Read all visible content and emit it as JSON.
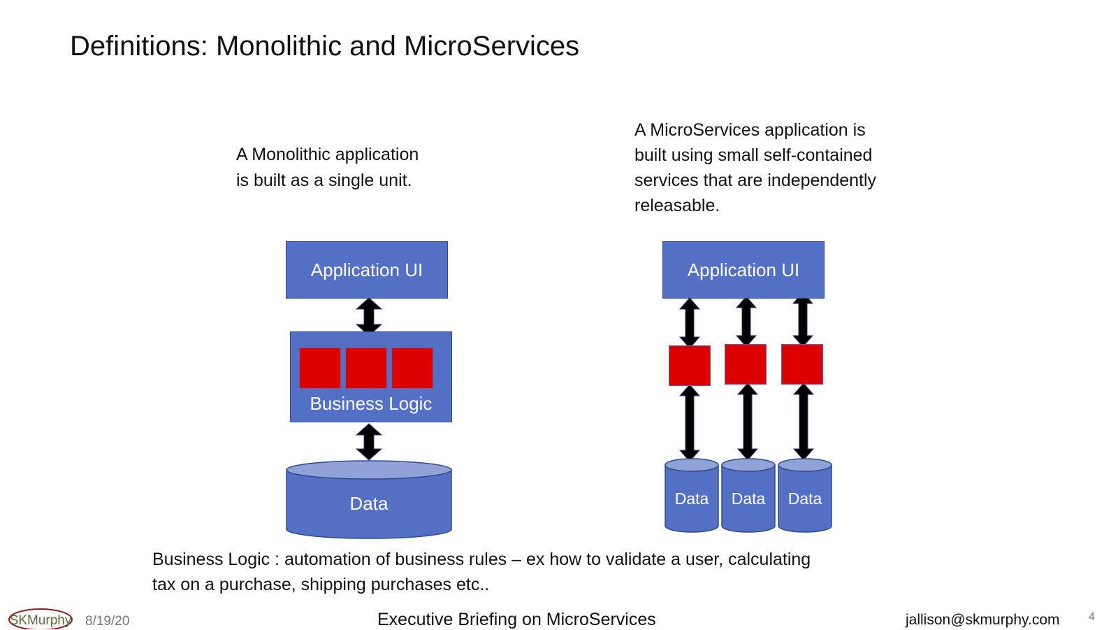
{
  "slide": {
    "title": "Definitions: Monolithic and MicroServices",
    "monolithic": {
      "description_lines": [
        "A Monolithic application",
        "is built as a single unit."
      ],
      "app_ui_label": "Application UI",
      "business_logic_label": "Business Logic",
      "data_label": "Data"
    },
    "microservices": {
      "description_lines": [
        "A MicroServices application is",
        "built using small self-contained",
        "services that are independently",
        "releasable."
      ],
      "app_ui_label": "Application UI",
      "data_labels": [
        "Data",
        "Data",
        "Data"
      ]
    },
    "footnote_lines": [
      "Business Logic : automation of business rules – ex how to validate a user, calculating",
      "tax on a purchase, shipping purchases etc.."
    ],
    "footer": {
      "logo_text": "SKMurphy",
      "date": "8/19/20",
      "center_text": "Executive Briefing on MicroServices",
      "email": "jallison@skmurphy.com",
      "page_number": "4"
    },
    "colors": {
      "box_blue": "#5470c4",
      "service_red": "#dd0000",
      "arrow": "#000000"
    }
  }
}
